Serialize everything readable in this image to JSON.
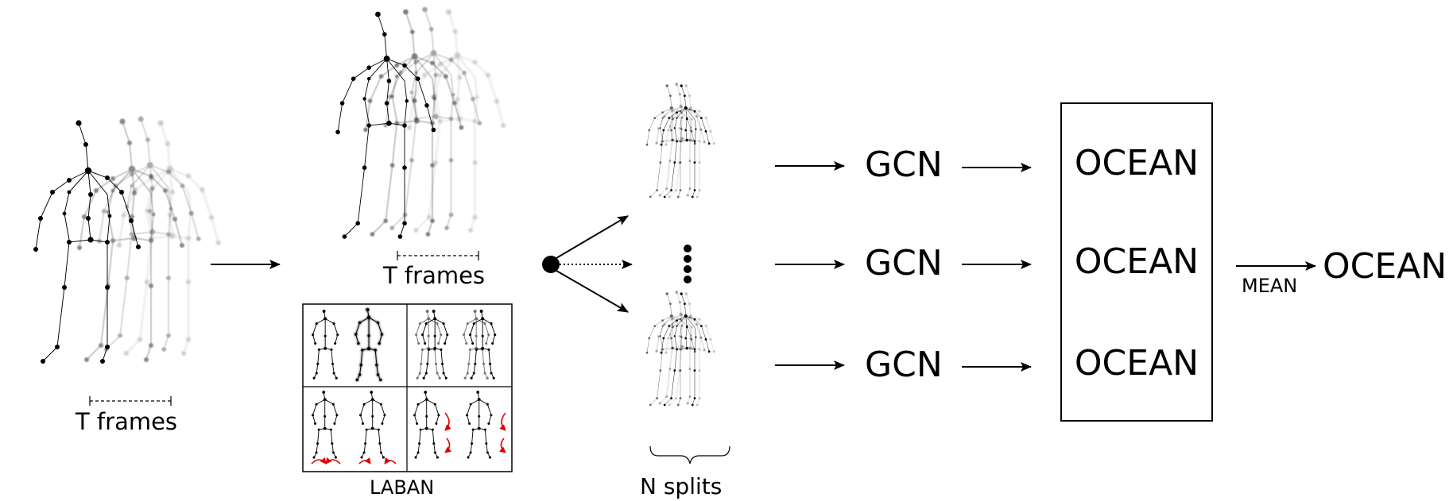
{
  "labels": {
    "t_frames_1": "T frames",
    "t_frames_2": "T frames",
    "laban": "LABAN",
    "n_splits": "N splits",
    "gcn": [
      "GCN",
      "GCN",
      "GCN"
    ],
    "ocean_box": [
      "OCEAN",
      "OCEAN",
      "OCEAN"
    ],
    "mean": "MEAN",
    "ocean_final": "OCEAN"
  },
  "colors": {
    "ink": "#000000",
    "laban_arrow": "#e00000",
    "ghost": "#9a9a9a"
  }
}
